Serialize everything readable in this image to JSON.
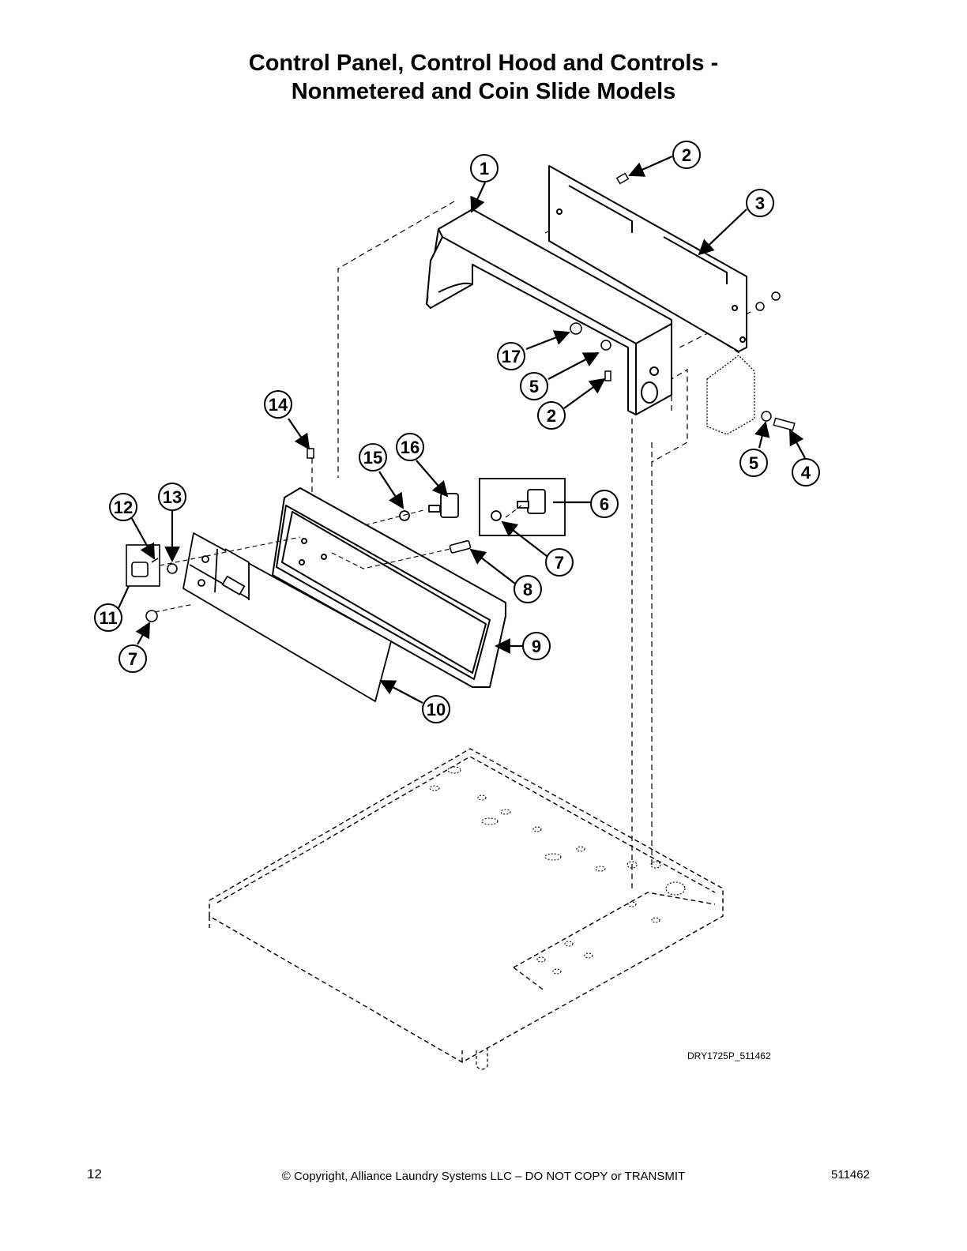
{
  "title": {
    "line1": "Control Panel, Control Hood and Controls -",
    "line2": "Nonmetered and Coin Slide Models"
  },
  "callouts": [
    "1",
    "2",
    "3",
    "17",
    "5",
    "2",
    "14",
    "15",
    "16",
    "6",
    "5",
    "4",
    "12",
    "13",
    "7",
    "8",
    "11",
    "9",
    "7",
    "10"
  ],
  "drawing_id": "DRY1725P_511462",
  "footer": {
    "page_number": "12",
    "copyright": "© Copyright, Alliance Laundry Systems LLC – DO NOT COPY or TRANSMIT",
    "doc_number": "511462"
  }
}
